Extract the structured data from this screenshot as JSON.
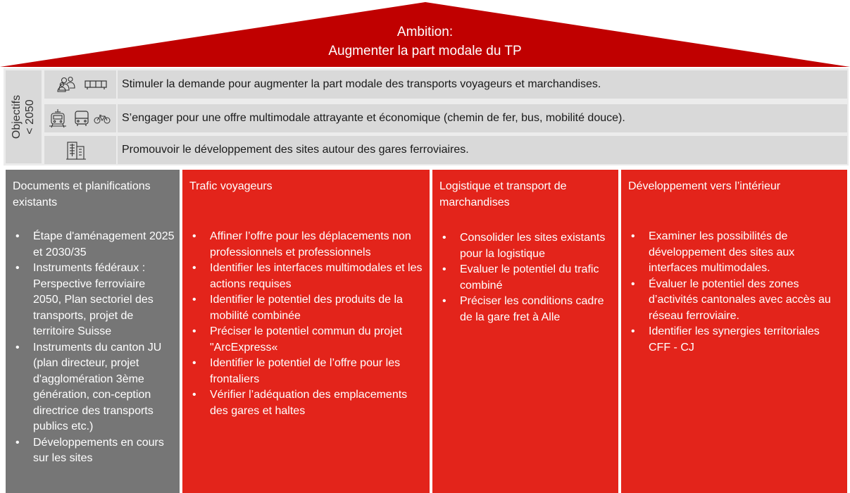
{
  "roof": {
    "line1": "Ambition:",
    "line2": "Augmenter la part modale du TP",
    "color": "#c00000"
  },
  "objectives": {
    "side_label_line1": "Objectifs",
    "side_label_line2": "< 2050",
    "rows": [
      {
        "icons": [
          "people-icon",
          "train-car-icon"
        ],
        "text": "Stimuler la demande pour augmenter la part modale des transports voyageurs et marchandises."
      },
      {
        "icons": [
          "train-icon",
          "bus-icon",
          "bicycle-icon"
        ],
        "text": "S’engager pour une offre multimodale attrayante et économique (chemin de fer, bus, mobilité douce)."
      },
      {
        "icons": [
          "buildings-icon"
        ],
        "text": "Promouvoir le développement des sites autour des gares ferroviaires."
      }
    ]
  },
  "columns": [
    {
      "heading": "Documents et planifications existants",
      "color": "#767676",
      "items": [
        "Étape d'aménagement 2025 et 2030/35",
        "Instruments fédéraux : Perspective ferroviaire 2050, Plan sectoriel des transports, projet de territoire Suisse",
        "Instruments du canton JU (plan directeur, projet d'agglomération 3ème génération, con-ception directrice des transports publics etc.)",
        "Développements en cours sur les sites"
      ]
    },
    {
      "heading": "Trafic voyageurs",
      "color": "#e3241b",
      "items": [
        "Affiner l’offre pour les déplacements non professionnels et professionnels",
        "Identifier les interfaces multimodales et les actions requises",
        "Identifier le potentiel des produits de la mobilité combinée",
        "Préciser le potentiel commun du projet \"ArcExpress«",
        "Identifier le potentiel de l’offre pour les frontaliers",
        "Vérifier l’adéquation des emplacements des gares et haltes"
      ]
    },
    {
      "heading": "Logistique et transport de marchandises",
      "color": "#e3241b",
      "items": [
        "Consolider les sites existants pour la logistique",
        "Evaluer le potentiel du trafic combiné",
        "Préciser les conditions cadre de la gare fret à Alle"
      ]
    },
    {
      "heading": "Développement vers l’intérieur",
      "color": "#e3241b",
      "items": [
        "Examiner les possibilités de développement des sites aux interfaces multimodales.",
        "Évaluer le potentiel des zones d’activités cantonales avec accès au réseau ferroviaire.",
        "Identifier les synergies territoriales CFF - CJ"
      ]
    }
  ]
}
